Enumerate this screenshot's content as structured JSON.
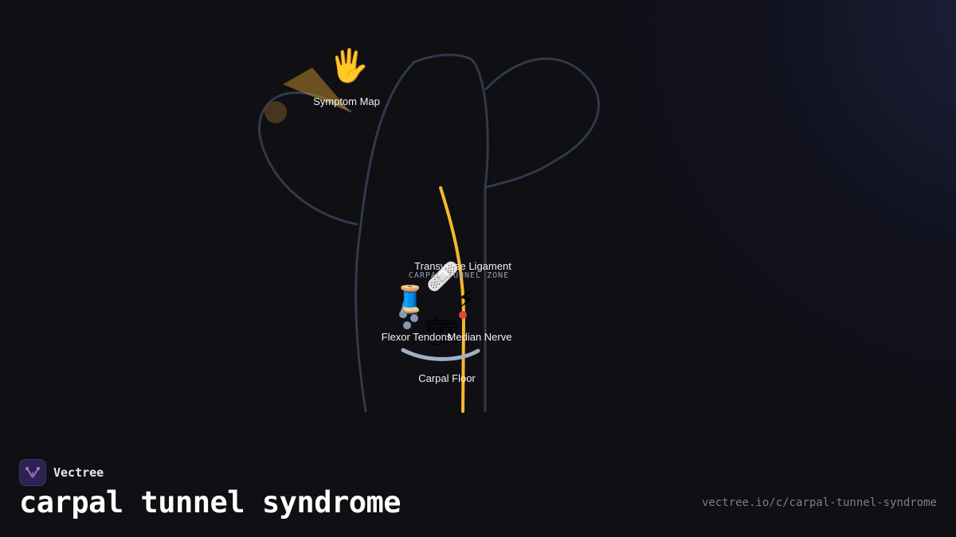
{
  "brand": {
    "name": "Vectree"
  },
  "page": {
    "title": "carpal tunnel syndrome",
    "url": "vectree.io/c/carpal-tunnel-syndrome"
  },
  "diagram": {
    "labels": {
      "symptom_map": "Symptom Map",
      "transverse_ligament": "Transverse Ligament",
      "carpal_tunnel_zone": "CARPAL TUNNEL ZONE",
      "flexor_tendons": "Flexor Tendons",
      "median_nerve": "Median Nerve",
      "carpal_floor": "Carpal Floor"
    },
    "icons": {
      "symptom_map": "🖐",
      "transverse_ligament": "🩹",
      "flexor_tendons": "🧵",
      "median_nerve": "⚡",
      "carpal_floor": "🏗"
    },
    "colors": {
      "outline": "#2f3a4c",
      "nerve": "#f5b82a",
      "floor": "#9fb0c8",
      "tendon_dots": "#8a97ab",
      "highlight": "#b8862a",
      "nerve_dot": "#e0443a"
    }
  }
}
